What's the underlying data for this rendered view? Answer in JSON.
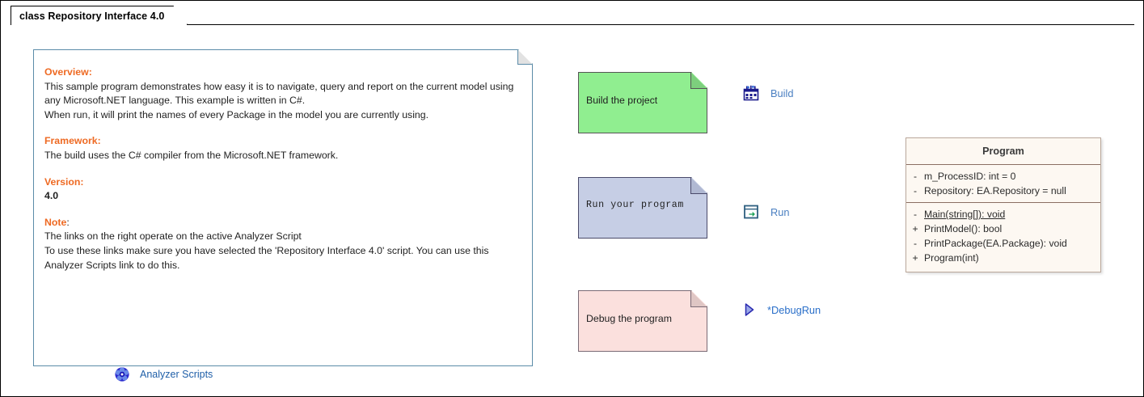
{
  "diagram": {
    "title": "class Repository Interface 4.0",
    "accent_heading_color": "#ee6a23",
    "link_color": "#1f5fa8"
  },
  "overview_note": {
    "sections": [
      {
        "heading": "Overview:",
        "lines": [
          "This sample program demonstrates how easy it is to navigate, query and report on the current model using",
          "any Microsoft.NET language. This example is written in C#.",
          "When run, it will print the names of every Package in the model you are currently using."
        ]
      },
      {
        "heading": "Framework:",
        "lines": [
          "The build uses the C# compiler from the Microsoft.NET framework."
        ]
      },
      {
        "heading": "Version:",
        "lines": [
          "4.0"
        ]
      },
      {
        "heading": "Note",
        "heading_suffix": ":",
        "lines": [
          "The links on the right operate on the active Analyzer Script",
          "To use these links make sure you have selected the 'Repository Interface 4.0' script. You can use this",
          "Analyzer Scripts link to do this."
        ]
      }
    ],
    "link": {
      "label": "Analyzer Scripts",
      "icon": "analyzer-scripts-icon"
    }
  },
  "actions": [
    {
      "note_label": "Build the project",
      "note_fill": "#90ee90",
      "link_label": "Build",
      "icon": "build-icon"
    },
    {
      "note_label": "Run your program",
      "note_fill": "#c6cee5",
      "link_label": "Run",
      "icon": "run-icon"
    },
    {
      "note_label": "Debug the program",
      "note_fill": "#fbe0dd",
      "link_label": "*DebugRun",
      "icon": "debug-run-icon"
    }
  ],
  "class_program": {
    "name": "Program",
    "attributes": [
      {
        "visibility": "-",
        "signature": "m_ProcessID: int = 0",
        "static": false
      },
      {
        "visibility": "-",
        "signature": "Repository: EA.Repository = null",
        "static": false
      }
    ],
    "operations": [
      {
        "visibility": "-",
        "signature": "Main(string[]): void",
        "static": true
      },
      {
        "visibility": "+",
        "signature": "PrintModel(): bool",
        "static": false
      },
      {
        "visibility": "-",
        "signature": "PrintPackage(EA.Package): void",
        "static": false
      },
      {
        "visibility": "+",
        "signature": "Program(int)",
        "static": false
      }
    ]
  }
}
